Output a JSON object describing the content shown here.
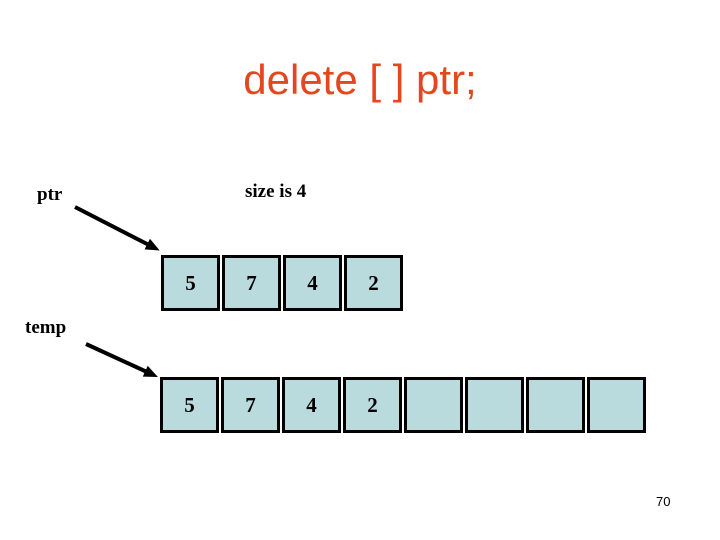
{
  "slide": {
    "title": "delete [ ] ptr;",
    "page_number": "70"
  },
  "labels": {
    "ptr": "ptr",
    "size_note": "size is 4",
    "temp": "temp"
  },
  "arrays": {
    "ptr_array": {
      "label": "ptr",
      "cells": [
        "5",
        "7",
        "4",
        "2"
      ]
    },
    "temp_array": {
      "label": "temp",
      "cells": [
        "5",
        "7",
        "4",
        "2",
        "",
        "",
        "",
        ""
      ]
    }
  },
  "colors": {
    "background": "#ffffff",
    "title": "#e5461e",
    "cell_bg": "#badbde",
    "cell_border": "#000000",
    "arrow": "#000000",
    "text": "#000000"
  }
}
